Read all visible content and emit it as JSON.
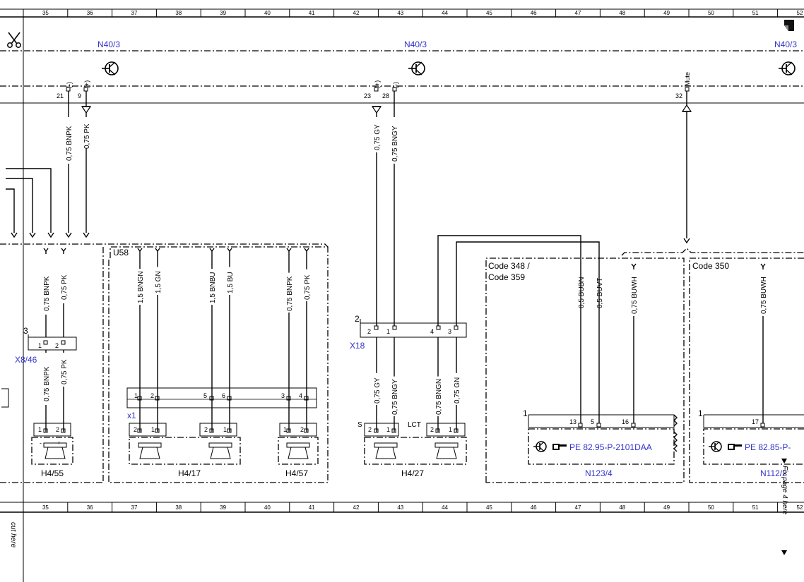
{
  "grid": {
    "top_columns": [
      "35",
      "36",
      "37",
      "38",
      "39",
      "40",
      "41",
      "42",
      "43",
      "44",
      "45",
      "46",
      "47",
      "48",
      "49",
      "50",
      "51",
      "52"
    ],
    "bottom_columns": [
      "35",
      "36",
      "37",
      "38",
      "39",
      "40",
      "41",
      "42",
      "43",
      "44",
      "45",
      "46",
      "47",
      "48",
      "49",
      "50",
      "51",
      "52"
    ]
  },
  "module_labels": {
    "n40_left": "N40/3",
    "n40_mid": "N40/3",
    "n40_right": "N40/3"
  },
  "pins": {
    "p21": "21",
    "p9": "9",
    "p23": "23",
    "p28": "28",
    "p32": "32",
    "s21": "(-)",
    "s9": "(+)",
    "s23": "(+)",
    "s28": "(-)",
    "s32": "Mute"
  },
  "wires_top": {
    "w1": "0,75 BNPK",
    "w2": "0,75 PK",
    "w3": "0,75 GY",
    "w4": "0,75 BNGY"
  },
  "left_section": {
    "w1": "0,75 BNPK",
    "w2": "0,75 PK",
    "conn_num": "3",
    "conn_label": "X8/46",
    "pin1": "1",
    "pin2": "2",
    "w3": "0,75 BNPK",
    "w4": "0,75 PK",
    "spk_pin1": "1",
    "spk_pin2": "2",
    "spk_minus": "-",
    "spk_plus": "+",
    "spk_label": "H4/55"
  },
  "u58": {
    "title": "U58",
    "w1": "1,5 BNGN",
    "w2": "1,5 GN",
    "w3": "1,5 BNBU",
    "w4": "1,5 BU",
    "w5": "0,75 BNPK",
    "w6": "0,75 PK",
    "conn_label": "x1",
    "cp1": "1",
    "cp2": "2",
    "cp5": "5",
    "cp6": "6",
    "cp3": "3",
    "cp4": "4",
    "sp1": "2",
    "sp2": "1",
    "sp3": "2",
    "sp4": "1",
    "sp5": "1",
    "sp6": "2",
    "spk_label_a": "H4/17",
    "spk_label_b": "H4/57"
  },
  "x18": {
    "conn_num": "2",
    "conn_label": "X18",
    "p2": "2",
    "p1": "1",
    "p4": "4",
    "p3": "3",
    "w1": "0,75 GY",
    "w2": "0,75 BNGY",
    "w3": "0,75 BNGN",
    "w4": "0,75 GN",
    "s_label": "S",
    "lct_label": "LCT",
    "sp1": "2",
    "sp2": "1",
    "sp3": "2",
    "sp4": "1",
    "spk_label": "H4/27"
  },
  "code348": {
    "title1": "Code 348 /",
    "title2": "Code 359",
    "w1": "0,5 BUBN",
    "w2": "0,5 BUVT",
    "w3": "0,75 BUWH",
    "conn_num": "1",
    "p13": "13",
    "p5": "5",
    "p16": "16",
    "ref": "PE 82.95-P-2101DAA",
    "module": "N123/4"
  },
  "code350": {
    "title": "Code 350",
    "w1": "0,75 BUWH",
    "conn_num": "1",
    "p17": "17",
    "ref": "PE 82.85-P-",
    "module": "N112/2"
  },
  "margin": {
    "cut_left": "cut here",
    "fix_right": "Fix page 4 here"
  },
  "icons": [
    "scissors-icon",
    "transistor-icon",
    "hand-pointer-icon",
    "speaker-icon",
    "fold-corner-icon"
  ],
  "colors": {
    "line": "#000000",
    "ref_blue": "#3333cc"
  }
}
